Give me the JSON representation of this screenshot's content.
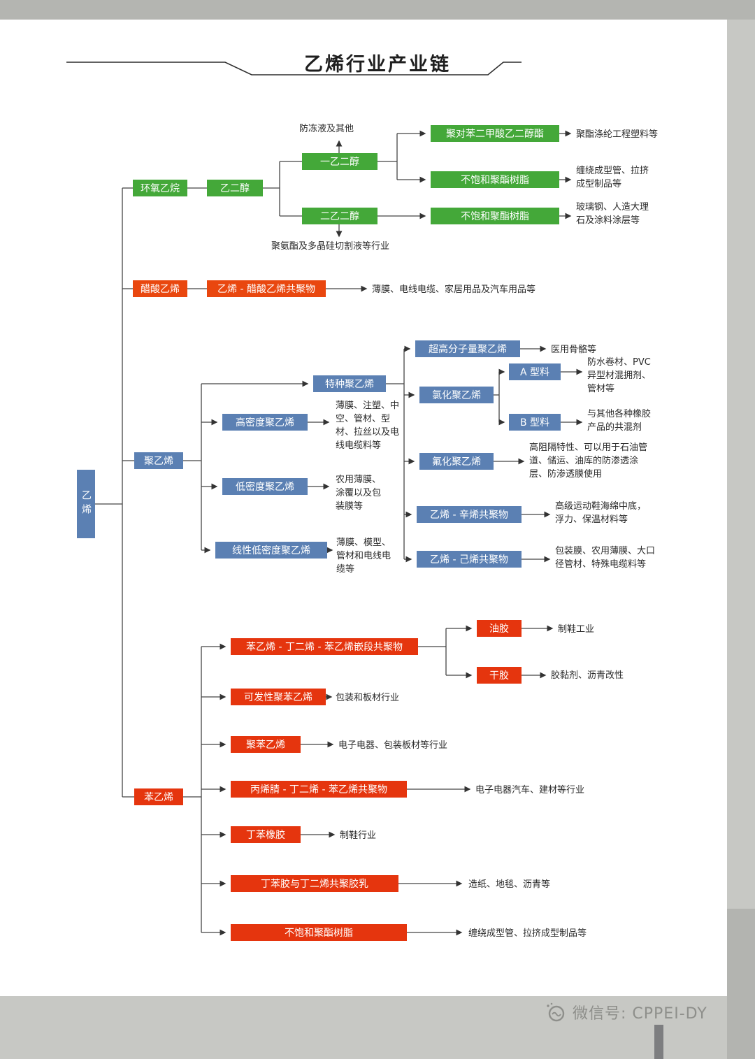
{
  "title": "乙烯行业产业链",
  "colors": {
    "green": "#44a839",
    "blue": "#5b80b3",
    "red": "#e5350e",
    "orange": "#e9470f",
    "line": "#444444"
  },
  "root": {
    "label": "乙烯"
  },
  "eo": {
    "node": "环氧乙烷",
    "eg": "乙二醇",
    "meg": "一乙二醇",
    "deg": "二乙二醇",
    "antifreeze_note": "防冻液及其他",
    "pu_note": "聚氨酯及多晶硅切割液等行业",
    "pet": "聚对苯二甲酸乙二醇酯",
    "pet_use": "聚酯涤纶工程塑料等",
    "upr_a": "不饱和聚酯树脂",
    "upr_a_use": "缠绕成型管、拉挤成型制品等",
    "upr_b": "不饱和聚酯树脂",
    "upr_b_use": "玻璃钢、人造大理石及涂料涂层等"
  },
  "vam": {
    "node": "醋酸乙烯",
    "eva": "乙烯 - 醋酸乙烯共聚物",
    "eva_use": "薄膜、电线电缆、家居用品及汽车用品等"
  },
  "pe": {
    "node": "聚乙烯",
    "special": "特种聚乙烯",
    "hdpe": "高密度聚乙烯",
    "hdpe_use": "薄膜、注塑、中空、管材、型材、拉丝以及电线电缆料等",
    "ldpe": "低密度聚乙烯",
    "ldpe_use": "农用薄膜、涂覆以及包装膜等",
    "lldpe": "线性低密度聚乙烯",
    "lldpe_use": "薄膜、模型、管材和电线电缆等",
    "uhmwpe": "超高分子量聚乙烯",
    "uhmwpe_use": "医用骨骼等",
    "cpe": "氯化聚乙烯",
    "type_a": "A 型料",
    "type_a_use": "防水卷材、PVC异型材混拥剂、管材等",
    "type_b": "B 型料",
    "type_b_use": "与其他各种橡胶产品的共混剂",
    "fpe": "氟化聚乙烯",
    "fpe_use": "高阻隔特性、可以用于石油管道、储运、油库的防渗透涂层、防渗透膜使用",
    "octene": "乙烯 - 辛烯共聚物",
    "octene_use": "高级运动鞋海绵中底，浮力、保温材料等",
    "hexene": "乙烯 - 己烯共聚物",
    "hexene_use": "包装膜、农用薄膜、大口径管材、特殊电缆料等"
  },
  "ps": {
    "node": "苯乙烯",
    "sbs": "苯乙烯 - 丁二烯 - 苯乙烯嵌段共聚物",
    "oil": "油胶",
    "oil_use": "制鞋工业",
    "dry": "干胶",
    "dry_use": "胶黏剂、沥青改性",
    "eps": "可发性聚苯乙烯",
    "eps_use": "包装和板材行业",
    "gpps": "聚苯乙烯",
    "gpps_use": "电子电器、包装板材等行业",
    "abs": "丙烯腈 - 丁二烯 - 苯乙烯共聚物",
    "abs_use": "电子电器汽车、建材等行业",
    "sbr": "丁苯橡胶",
    "sbr_use": "制鞋行业",
    "latex": "丁苯胶与丁二烯共聚胶乳",
    "latex_use": "造纸、地毯、沥青等",
    "upr": "不饱和聚酯树脂",
    "upr_use": "缠绕成型管、拉挤成型制品等"
  },
  "footer": {
    "watermark": "微信号: CPPEI-DY"
  }
}
